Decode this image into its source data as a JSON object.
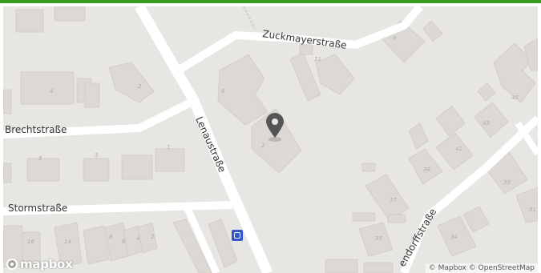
{
  "map": {
    "streets": {
      "zuckmayer": "Zuckmayerstraße",
      "brecht": "Brechtstraße",
      "lenau": "Lenaustraße",
      "storm": "Stormstraße",
      "eichendorff": "endorffstraße"
    },
    "house_numbers": [
      "4",
      "2",
      "5",
      "3",
      "1",
      "6",
      "2",
      "16",
      "14",
      "8",
      "6",
      "4",
      "2",
      "9",
      "11",
      "45",
      "43",
      "41",
      "39",
      "37",
      "35",
      "33",
      "31",
      "34"
    ],
    "attribution": "© Mapbox © OpenStreetMap",
    "logo": "mapbox",
    "icons": {
      "marker": "map-marker-icon",
      "bus": "bus-stop-icon",
      "logo": "mapbox-logo-icon"
    },
    "colors": {
      "topbar": "#3a9a1f",
      "land": "#e8e6e2",
      "building": "#dcd8d3",
      "road": "#ffffff",
      "marker": "#555555",
      "bus": "#3355cc"
    }
  }
}
